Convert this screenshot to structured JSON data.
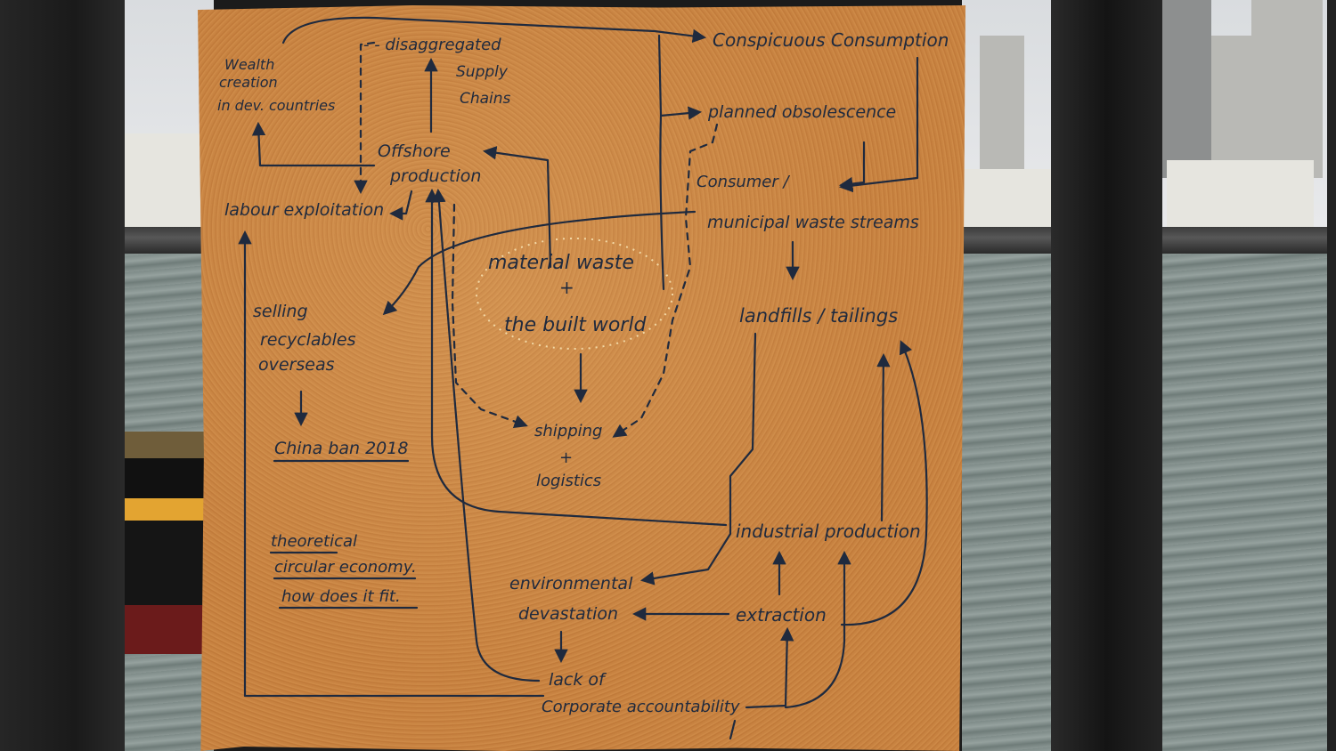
{
  "nodes": {
    "wealth_creation": [
      "Wealth",
      "creation",
      "in dev. countries"
    ],
    "disaggregated_supply_chains": [
      "- - disaggregated",
      "Supply",
      "Chains"
    ],
    "conspicuous_consumption": [
      "Conspicuous Consumption"
    ],
    "planned_obsolescence": [
      "planned obsolescence"
    ],
    "offshore_production": [
      "Offshore",
      "production"
    ],
    "labour_exploitation": [
      "labour exploitation"
    ],
    "consumer_municipal_waste": [
      "Consumer /",
      "municipal waste streams"
    ],
    "material_waste": [
      "material waste",
      "+",
      "the built world"
    ],
    "selling_recyclables": [
      "selling",
      "recyclables",
      "overseas"
    ],
    "china_ban": [
      "China ban 2018"
    ],
    "landfills_tailings": [
      "landfills / tailings"
    ],
    "shipping_logistics": [
      "shipping",
      "+",
      "logistics"
    ],
    "industrial_production": [
      "industrial production"
    ],
    "theoretical_circular": [
      "theoretical",
      "circular economy.",
      "how does it fit."
    ],
    "environmental_devastation": [
      "environmental",
      "devastation"
    ],
    "extraction": [
      "extraction"
    ],
    "lack_of_accountability": [
      "lack of",
      "Corporate accountability"
    ]
  },
  "colors": {
    "ink": "#1f2a3e",
    "paper": "#c8843f",
    "highlight": "#f3d9a6"
  }
}
